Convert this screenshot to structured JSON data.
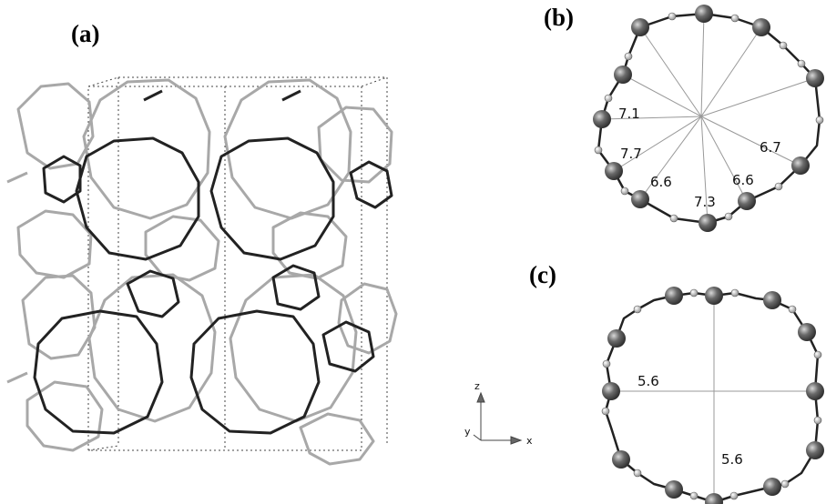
{
  "panels": {
    "a": {
      "label": "(a)"
    },
    "b": {
      "label": "(b)",
      "distances": [
        "7.1",
        "7.7",
        "6.6",
        "7.3",
        "6.6",
        "6.7"
      ]
    },
    "c": {
      "label": "(c)",
      "distances": [
        "5.6",
        "5.6"
      ]
    }
  },
  "axes": {
    "z": "z",
    "y": "y",
    "x": "x"
  },
  "colors": {
    "framework_dark": "#222222",
    "framework_light": "#9a9a9a",
    "atom": "#555555"
  }
}
